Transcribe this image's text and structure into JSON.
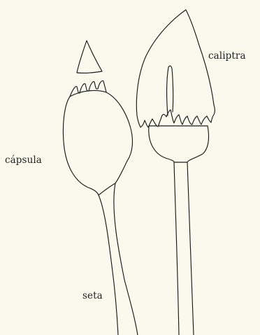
{
  "labels": {
    "caliptra": "caliptra",
    "capsula": "cápsula",
    "seta": "seta"
  },
  "colors": {
    "background": "#fbf8ee",
    "stroke": "#1a1a1a",
    "text": "#1f1f1f"
  }
}
